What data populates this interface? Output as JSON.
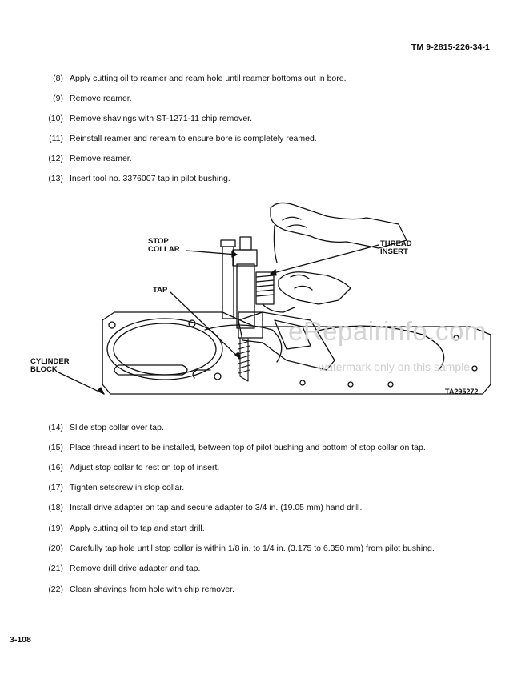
{
  "header": {
    "doc_number": "TM 9-2815-226-34-1"
  },
  "steps_before": [
    {
      "num": "(8)",
      "text": "Apply cutting oil to reamer and ream hole until reamer bottoms out in bore."
    },
    {
      "num": "(9)",
      "text": "Remove reamer."
    },
    {
      "num": "(10)",
      "text": "Remove shavings with ST-1271-11 chip remover."
    },
    {
      "num": "(11)",
      "text": "Reinstall reamer and reream to ensure bore is completely reamed."
    },
    {
      "num": "(12)",
      "text": "Remove reamer."
    },
    {
      "num": "(13)",
      "text": "Insert tool no.  3376007 tap in pilot bushing."
    }
  ],
  "figure": {
    "labels": {
      "stop_collar": "STOP\nCOLLAR",
      "thread_insert": "THREAD\nINSERT",
      "tap": "TAP",
      "cylinder_block": "CYLINDER\nBLOCK"
    },
    "figure_id": "TA295272"
  },
  "watermark": {
    "main": "eRepairinfo.com",
    "sub": "watermark only on this sample"
  },
  "steps_after": [
    {
      "num": "(14)",
      "text": "Slide stop collar over tap."
    },
    {
      "num": "(15)",
      "text": "Place thread insert to be installed, between top of pilot bushing and bottom of stop collar on tap."
    },
    {
      "num": "(16)",
      "text": "Adjust stop collar to rest on top of insert."
    },
    {
      "num": "(17)",
      "text": "Tighten setscrew in stop collar."
    },
    {
      "num": "(18)",
      "text": "Install drive adapter on tap and secure adapter to 3/4 in.  (19.05 mm) hand drill."
    },
    {
      "num": "(19)",
      "text": "Apply cutting oil to tap and start drill."
    },
    {
      "num": "(20)",
      "text": "Carefully tap hole until stop collar is within 1/8 in.  to 1/4 in.  (3.175 to 6.350 mm) from pilot bushing."
    },
    {
      "num": "(21)",
      "text": "Remove drill drive adapter and tap."
    },
    {
      "num": "(22)",
      "text": "Clean shavings from hole with chip remover."
    }
  ],
  "footer": {
    "page_number": "3-108"
  }
}
